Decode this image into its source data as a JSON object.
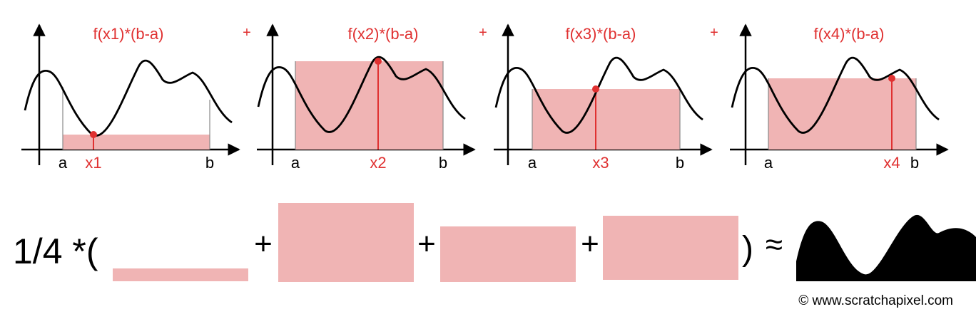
{
  "panels": [
    {
      "formula": "f(x1)*(b-a)",
      "a_label": "a",
      "b_label": "b",
      "x_label": "x1",
      "plus": "+"
    },
    {
      "formula": "f(x2)*(b-a)",
      "a_label": "a",
      "b_label": "b",
      "x_label": "x2",
      "plus": "+"
    },
    {
      "formula": "f(x3)*(b-a)",
      "a_label": "a",
      "b_label": "b",
      "x_label": "x3",
      "plus": "+"
    },
    {
      "formula": "f(x4)*(b-a)",
      "a_label": "a",
      "b_label": "b",
      "x_label": "x4"
    }
  ],
  "equation": {
    "prefix": "1/4 *(",
    "plus": "+",
    "close": ")",
    "approx": "≈"
  },
  "copyright": "© www.scratchapixel.com",
  "colors": {
    "red": "#e03131",
    "pink": "#f0b4b4",
    "curve": "#000000"
  }
}
